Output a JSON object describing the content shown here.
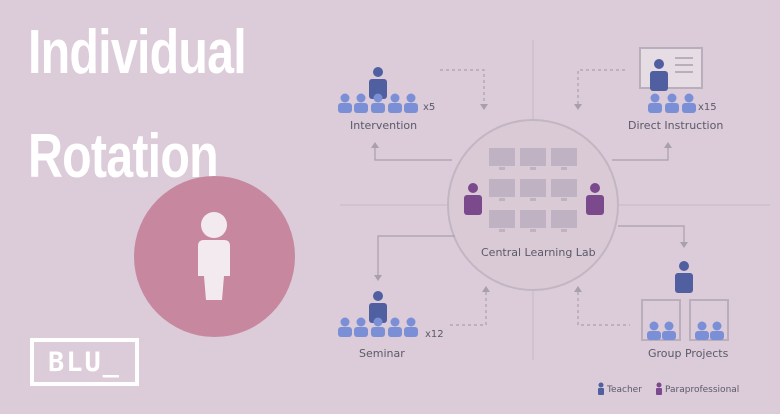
{
  "title": {
    "line1": "Individual",
    "line2": "Rotation"
  },
  "brand": {
    "logo_text": "BLU_"
  },
  "stations": {
    "intervention": {
      "label": "Intervention",
      "count": "x5"
    },
    "direct_instruction": {
      "label": "Direct Instruction",
      "count": "x15"
    },
    "central_lab": {
      "label": "Central Learning Lab"
    },
    "seminar": {
      "label": "Seminar",
      "count": "x12"
    },
    "group_projects": {
      "label": "Group Projects"
    }
  },
  "legend": {
    "teacher": "Teacher",
    "paraprofessional": "Paraprofessional"
  },
  "colors": {
    "background": "#dccbd8",
    "accent_circle": "#c7889f",
    "teacher": "#4f5fa0",
    "paraprofessional": "#7a4a8c",
    "student": "#7b8fd6",
    "line": "#a8a0ab"
  },
  "icons": {
    "center_person": "person-icon"
  }
}
